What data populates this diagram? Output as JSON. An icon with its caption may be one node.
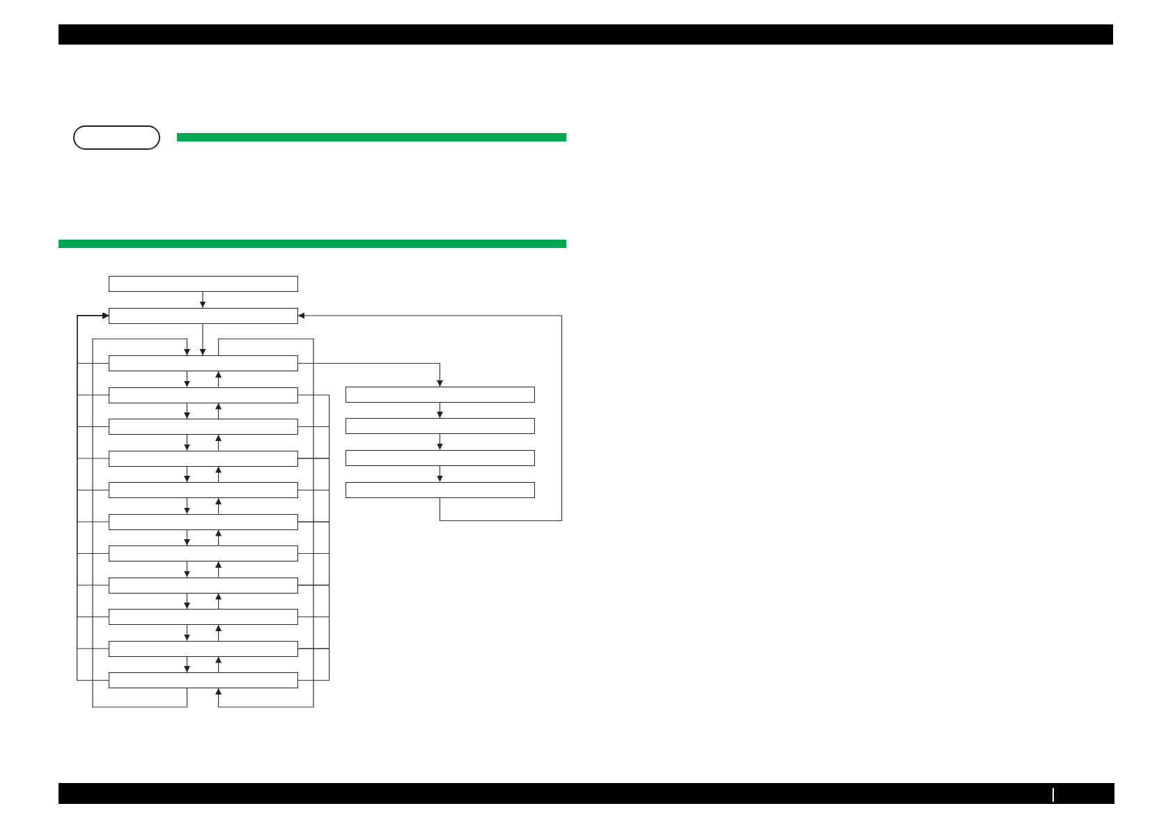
{
  "diagram": {
    "nodes": [
      {
        "text": [],
        "shape": "box"
      },
      {
        "text": [],
        "shape": "box"
      },
      {
        "text": [],
        "shape": "box"
      },
      {
        "text": [],
        "shape": "box"
      },
      {
        "text": [],
        "shape": "box"
      },
      {
        "text": [],
        "shape": "box"
      },
      {
        "text": [],
        "shape": "box"
      },
      {
        "text": [],
        "shape": "box"
      },
      {
        "text": [],
        "shape": "box"
      },
      {
        "text": [],
        "shape": "box"
      },
      {
        "text": [],
        "shape": "box"
      },
      {
        "text": [],
        "shape": "box"
      },
      {
        "text": [],
        "shape": "box"
      },
      {
        "text": [],
        "shape": "box"
      },
      {
        "text": [],
        "shape": "box"
      },
      {
        "text": [],
        "shape": "box"
      },
      {
        "text": [],
        "shape": "box"
      },
      {
        "text": [],
        "shape": "pill"
      }
    ],
    "edges": [
      {
        "from": 0,
        "to": 1,
        "arrow": "to"
      },
      {
        "from": 1,
        "to": 2,
        "arrow": "to"
      },
      {
        "from": 2,
        "to": 3,
        "arrow": "to"
      },
      {
        "from": 3,
        "to": 4,
        "arrow": "to"
      },
      {
        "from": 4,
        "to": 5,
        "arrow": "to"
      },
      {
        "from": 5,
        "to": 6,
        "arrow": "to"
      },
      {
        "from": 6,
        "to": 7,
        "arrow": "to"
      },
      {
        "from": 7,
        "to": 8,
        "arrow": "to"
      },
      {
        "from": 8,
        "to": 9,
        "arrow": "to"
      },
      {
        "from": 9,
        "to": 10,
        "arrow": "to"
      },
      {
        "from": 10,
        "to": 11,
        "arrow": "to"
      },
      {
        "from": 11,
        "to": 12,
        "arrow": "to"
      },
      {
        "from": 3,
        "to": 2,
        "arrow": "to"
      },
      {
        "from": 4,
        "to": 3,
        "arrow": "to"
      },
      {
        "from": 5,
        "to": 4,
        "arrow": "to"
      },
      {
        "from": 6,
        "to": 5,
        "arrow": "to"
      },
      {
        "from": 7,
        "to": 6,
        "arrow": "to"
      },
      {
        "from": 8,
        "to": 7,
        "arrow": "to"
      },
      {
        "from": 9,
        "to": 8,
        "arrow": "to"
      },
      {
        "from": 10,
        "to": 9,
        "arrow": "to"
      },
      {
        "from": 11,
        "to": 10,
        "arrow": "to"
      },
      {
        "from": 12,
        "to": 11,
        "arrow": "to"
      },
      {
        "from": 12,
        "to": 2,
        "arrow": "to"
      },
      {
        "from": 2,
        "to": 12,
        "arrow": "to"
      },
      {
        "from": 2,
        "to": 1,
        "arrow": "to"
      },
      {
        "from": 3,
        "to": 1,
        "arrow": "to"
      },
      {
        "from": 4,
        "to": 1,
        "arrow": "to"
      },
      {
        "from": 5,
        "to": 1,
        "arrow": "to"
      },
      {
        "from": 6,
        "to": 1,
        "arrow": "to"
      },
      {
        "from": 7,
        "to": 1,
        "arrow": "to"
      },
      {
        "from": 8,
        "to": 1,
        "arrow": "to"
      },
      {
        "from": 9,
        "to": 1,
        "arrow": "to"
      },
      {
        "from": 10,
        "to": 1,
        "arrow": "to"
      },
      {
        "from": 11,
        "to": 1,
        "arrow": "to"
      },
      {
        "from": 12,
        "to": 1,
        "arrow": "to"
      },
      {
        "from": 3,
        "to": 4,
        "arrow": "none"
      },
      {
        "from": 4,
        "to": 5,
        "arrow": "none"
      },
      {
        "from": 5,
        "to": 6,
        "arrow": "none"
      },
      {
        "from": 6,
        "to": 7,
        "arrow": "none"
      },
      {
        "from": 7,
        "to": 8,
        "arrow": "none"
      },
      {
        "from": 8,
        "to": 9,
        "arrow": "none"
      },
      {
        "from": 9,
        "to": 10,
        "arrow": "none"
      },
      {
        "from": 10,
        "to": 11,
        "arrow": "none"
      },
      {
        "from": 11,
        "to": 12,
        "arrow": "none"
      },
      {
        "from": 2,
        "to": 13,
        "arrow": "to"
      },
      {
        "from": 13,
        "to": 14,
        "arrow": "to"
      },
      {
        "from": 14,
        "to": 15,
        "arrow": "to"
      },
      {
        "from": 15,
        "to": 16,
        "arrow": "to"
      },
      {
        "from": 16,
        "to": 1,
        "arrow": "to"
      }
    ]
  }
}
